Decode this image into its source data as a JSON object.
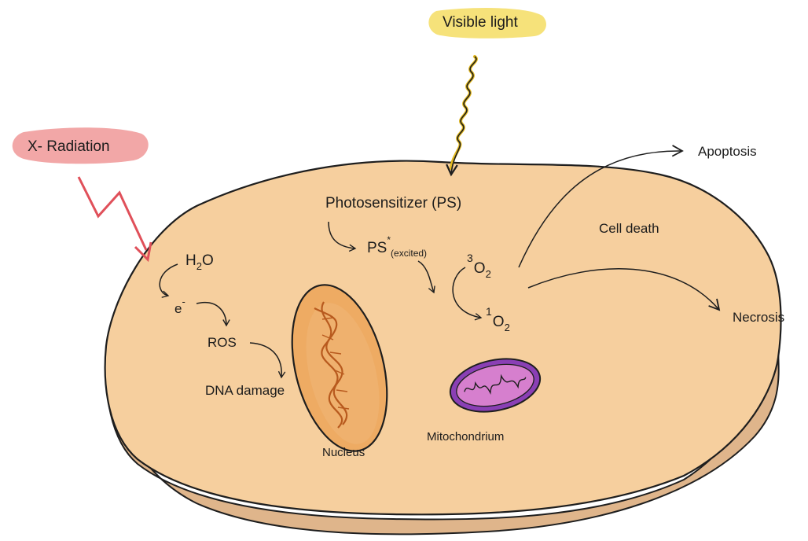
{
  "diagram": {
    "sources": {
      "xray": "X- Radiation",
      "light": "Visible light"
    },
    "radiation_path": {
      "water": {
        "base": "H",
        "sub": "2",
        "rest": "O"
      },
      "electron": {
        "base": "e",
        "sup": "-"
      },
      "ros": "ROS",
      "dna_damage": "DNA damage"
    },
    "pdt_path": {
      "photosensitizer": "Photosensitizer (PS)",
      "ps_excited": {
        "base": "PS",
        "sup": "*",
        "sub": "(excited)"
      },
      "triplet_oxygen": {
        "pre": "3",
        "base": "O",
        "sub": "2"
      },
      "singlet_oxygen": {
        "pre": "1",
        "base": "O",
        "sub": "2"
      }
    },
    "organelles": {
      "nucleus": "Nucleus",
      "mitochondrion": "Mitochondrium"
    },
    "outcomes": {
      "cell_death": "Cell death",
      "apoptosis": "Apoptosis",
      "necrosis": "Necrosis"
    },
    "colors": {
      "cell_top": "#f6cf9e",
      "cell_side": "#dfb58b",
      "outline": "#1e1e1e",
      "nucleus_fill": "#eeab63",
      "dna_strand": "#b85a1e",
      "mito_outer": "#8a3fb5",
      "mito_inner": "#d67fce",
      "xray_badge": "#f2a7a7",
      "xray_bolt": "#e0505a",
      "light_badge": "#f6e27a",
      "light_wave": "#e3b91d"
    }
  }
}
